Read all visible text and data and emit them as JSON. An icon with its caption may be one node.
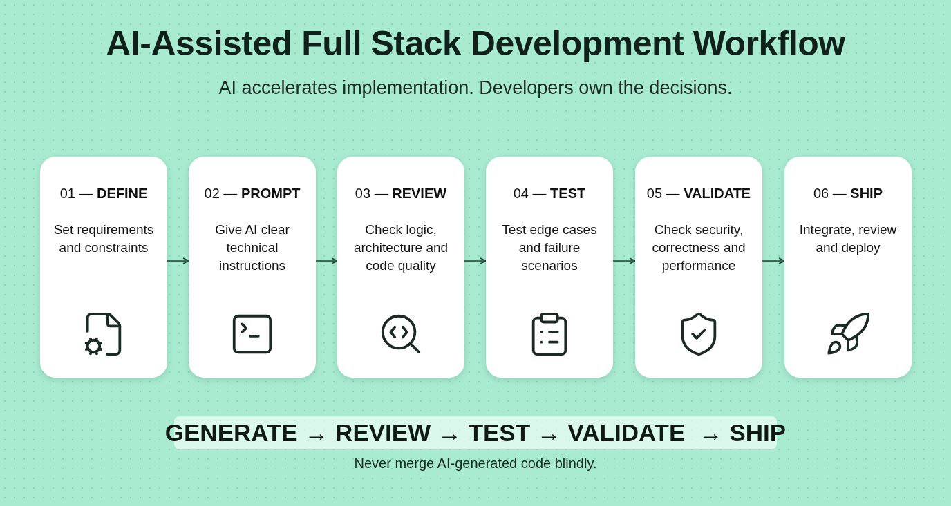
{
  "diagram": {
    "title": "AI-Assisted Full Stack Development Workflow",
    "nodes": [
      {
        "text": [
          "01 — **DEFINE**",
          "Set requirements and constraints"
        ]
      },
      {
        "text": [
          "02 — **PROMPT**",
          "Give AI clear technical instructions"
        ]
      },
      {
        "text": [
          "03 — **REVIEW**",
          "Check logic, architecture and code quality"
        ]
      },
      {
        "text": [
          "04 — **TEST**",
          "Test edge cases and failure scenarios"
        ]
      },
      {
        "text": [
          "05 — **VALIDATE**",
          "Check security, correctness and performance"
        ]
      },
      {
        "text": [
          "06 — **SHIP**",
          "Integrate, review and deploy"
        ]
      }
    ],
    "edges": [
      {
        "from": 0,
        "to": 1,
        "arrow": "to"
      },
      {
        "from": 1,
        "to": 2,
        "arrow": "to"
      },
      {
        "from": 2,
        "to": 3,
        "arrow": "to"
      },
      {
        "from": 3,
        "to": 4,
        "arrow": "to"
      },
      {
        "from": 4,
        "to": 5,
        "arrow": "to"
      }
    ],
    "labels": [
      "AI accelerates implementation. Developers own the decisions.",
      "GENERATE → REVIEW → TEST → VALIDATE  → SHIP",
      "Never merge AI-generated code blindly."
    ]
  }
}
